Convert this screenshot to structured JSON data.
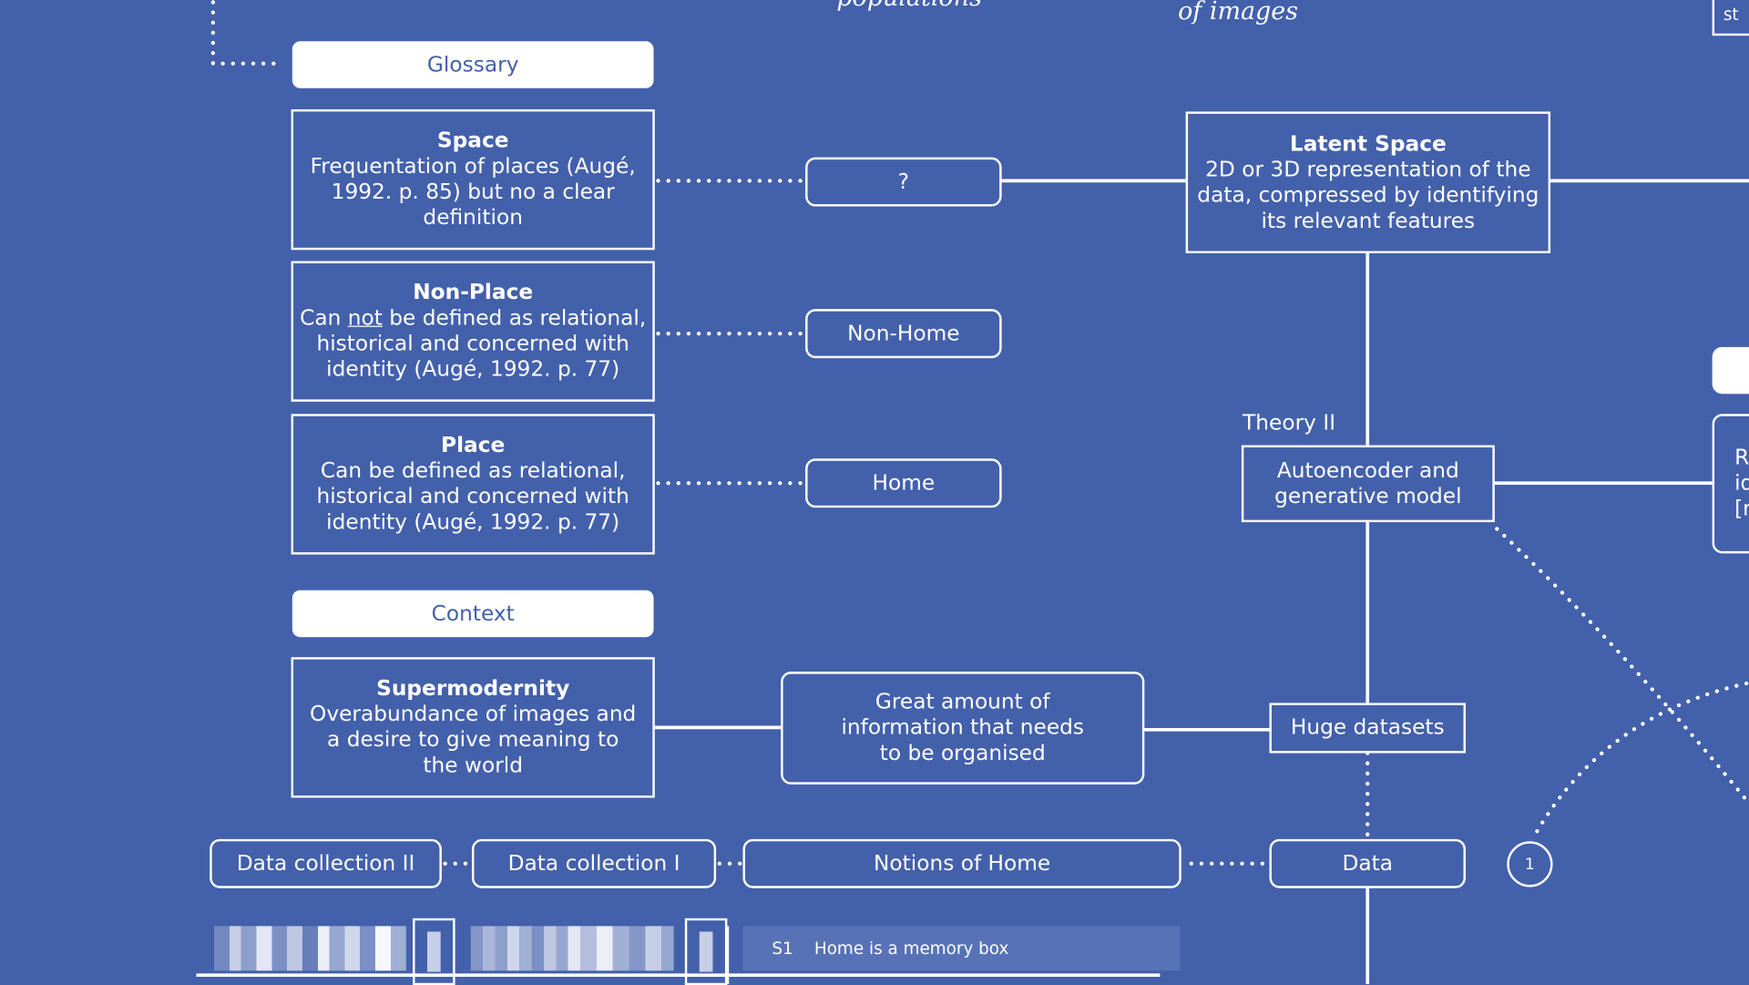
{
  "top_labels": {
    "populations": "populations",
    "images": "of images",
    "corner": "st"
  },
  "sections": {
    "glossary": "Glossary",
    "context": "Context"
  },
  "glossary": [
    {
      "title": "Space",
      "text": "Frequentation of places (Augé, 1992. p. 85) but no a clear definition"
    },
    {
      "title": "Non-Place",
      "pre": "Can ",
      "underline": "not",
      "post": " be defined as relational, historical and concerned with identity (Augé, 1992. p. 77)"
    },
    {
      "title": "Place",
      "text": "Can be defined as relational, historical and concerned with identity (Augé, 1992. p. 77)"
    }
  ],
  "concepts": {
    "unknown": "?",
    "non_home": "Non-Home",
    "home": "Home"
  },
  "supermodernity": {
    "title": "Supermodernity",
    "text": "Overabundance of images and a desire to give meaning to the world"
  },
  "great_amount": "Great amount of information that needs to be organised",
  "latent_space": {
    "title": "Latent Space",
    "text": "2D or 3D representation of the data, compressed by identifying its relevant features"
  },
  "theory": {
    "label": "Theory II",
    "box": "Autoencoder and generative model"
  },
  "huge_datasets": "Huge datasets",
  "bottom_row": {
    "dc2": "Data collection II",
    "dc1": "Data collection I",
    "notions": "Notions of Home",
    "data": "Data",
    "circle": "1"
  },
  "right_edge": [
    "R",
    "id",
    "[re"
  ],
  "table": {
    "id": "S1",
    "text": "Home is a memory box"
  }
}
